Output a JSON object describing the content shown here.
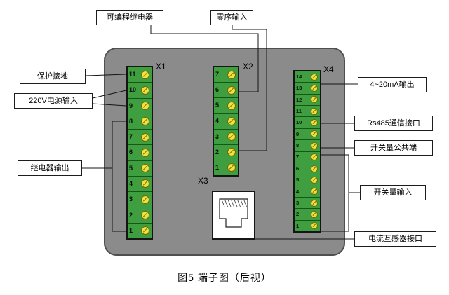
{
  "caption": "图5  端子图（后视）",
  "x3_label": "X3",
  "terminal_blocks": [
    {
      "id": "x1",
      "label": "X1",
      "numbers": [
        11,
        10,
        9,
        8,
        7,
        6,
        5,
        4,
        3,
        2,
        1
      ]
    },
    {
      "id": "x2",
      "label": "X2",
      "numbers": [
        7,
        6,
        5,
        4,
        3,
        2,
        1
      ]
    },
    {
      "id": "x4",
      "label": "X4",
      "numbers": [
        14,
        13,
        12,
        11,
        10,
        9,
        8,
        7,
        6,
        5,
        4,
        3,
        2,
        1
      ]
    }
  ],
  "callouts": {
    "programmable_relay": {
      "label": "可编程继电器"
    },
    "zero_sequence_input": {
      "label": "零序输入"
    },
    "protective_earth": {
      "label": "保护接地"
    },
    "power_input_220v": {
      "label": "220V电源输入"
    },
    "relay_output": {
      "label": "继电器输出"
    },
    "output_4_20ma": {
      "label": "4~20mA输出"
    },
    "rs485_interface": {
      "label": "Rs485通信接口"
    },
    "switch_common": {
      "label": "开关量公共端"
    },
    "switch_input": {
      "label": "开关量输入"
    },
    "ct_interface": {
      "label": "电流互感器接口"
    }
  },
  "colors": {
    "body_gray": "#8b8b8b",
    "terminal_green": "#3f9e3f",
    "screw_yellow": "#efe23b",
    "line_black": "#141414"
  }
}
